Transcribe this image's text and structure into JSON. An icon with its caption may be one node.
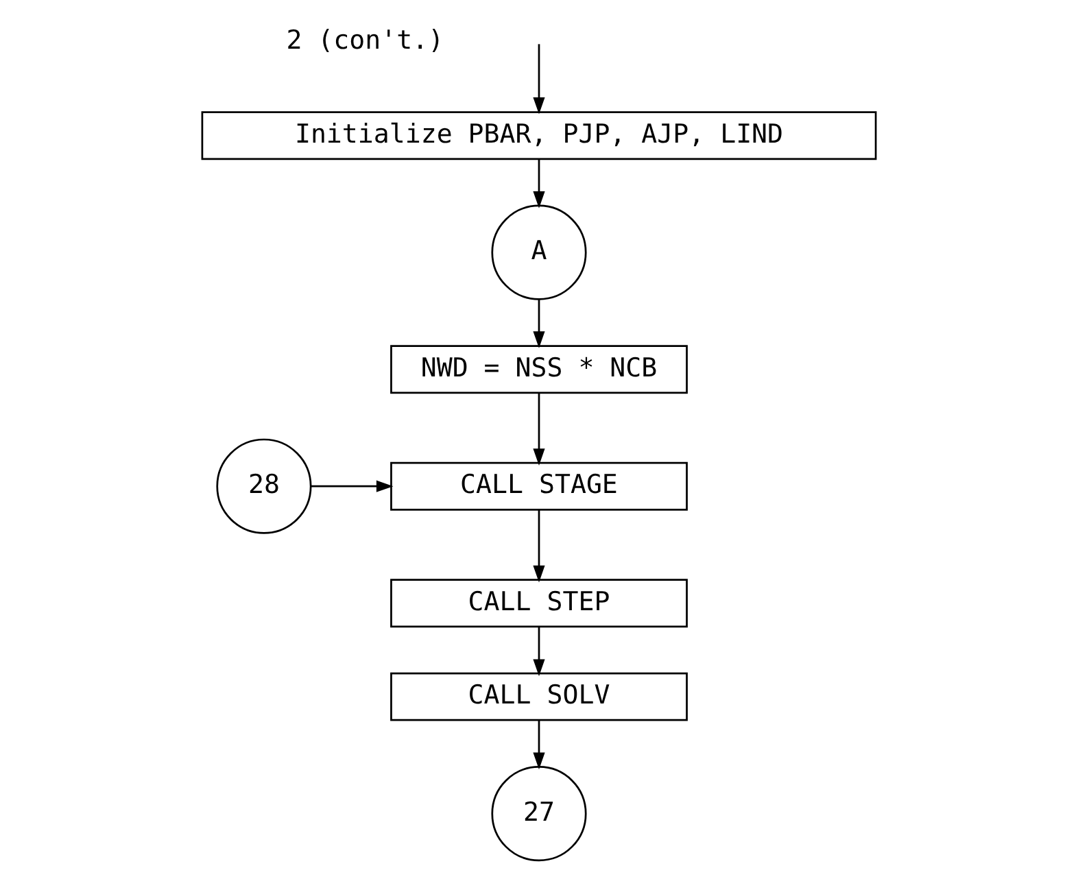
{
  "diagram": {
    "nodes": [
      {
        "text": [
          "Initialize PBAR, PJP, AJP, LIND"
        ]
      },
      {
        "text": [
          "A"
        ]
      },
      {
        "text": [
          "NWD = NSS * NCB"
        ]
      },
      {
        "text": [
          "28"
        ]
      },
      {
        "text": [
          "CALL STAGE"
        ]
      },
      {
        "text": [
          "CALL STEP"
        ]
      },
      {
        "text": [
          "CALL SOLV"
        ]
      },
      {
        "text": [
          "27"
        ]
      }
    ],
    "edges": [
      {
        "from": null,
        "to": 0,
        "arrow": "to"
      },
      {
        "from": 0,
        "to": 1,
        "arrow": "to"
      },
      {
        "from": 1,
        "to": 2,
        "arrow": "to"
      },
      {
        "from": 2,
        "to": 4,
        "arrow": "to"
      },
      {
        "from": 3,
        "to": 4,
        "arrow": "to"
      },
      {
        "from": 4,
        "to": 5,
        "arrow": "to"
      },
      {
        "from": 5,
        "to": 6,
        "arrow": "to"
      },
      {
        "from": 6,
        "to": 7,
        "arrow": "to"
      }
    ],
    "labels": [
      "2 (con't.)"
    ]
  }
}
